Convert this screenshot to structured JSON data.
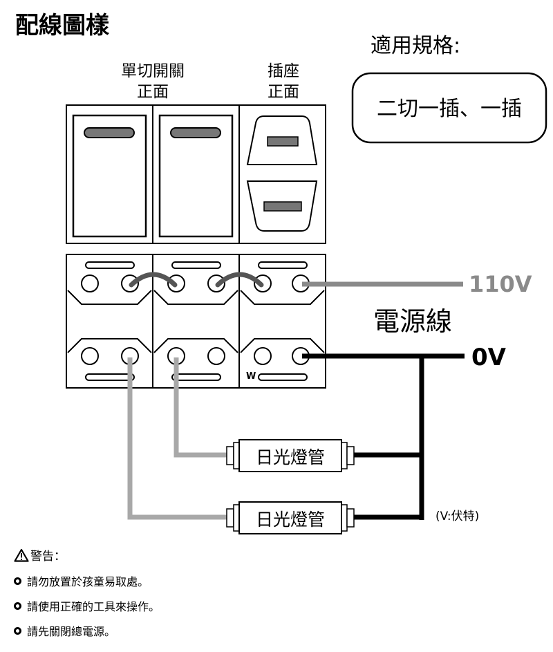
{
  "title": "配線圖樣",
  "spec": {
    "heading": "適用規格:",
    "value": "二切一插、一插"
  },
  "labels": {
    "switch": [
      "單切開關",
      "正面"
    ],
    "socket": [
      "插座",
      "正面"
    ],
    "v110": "110V",
    "power_line": "電源線",
    "v0": "0V",
    "terminal_w": "W",
    "volt_note": "(V:伏特)"
  },
  "lamps": [
    "日光燈管",
    "日光燈管"
  ],
  "warning": {
    "title": "警告：",
    "items": [
      "請勿放置於孩童易取處。",
      "請使用正確的工具來操作。",
      "請先關閉總電源。"
    ]
  },
  "colors": {
    "live_wire": "#8a8a8a",
    "neutral_wire": "#000000",
    "switch_leg": "#a8a8a8"
  }
}
